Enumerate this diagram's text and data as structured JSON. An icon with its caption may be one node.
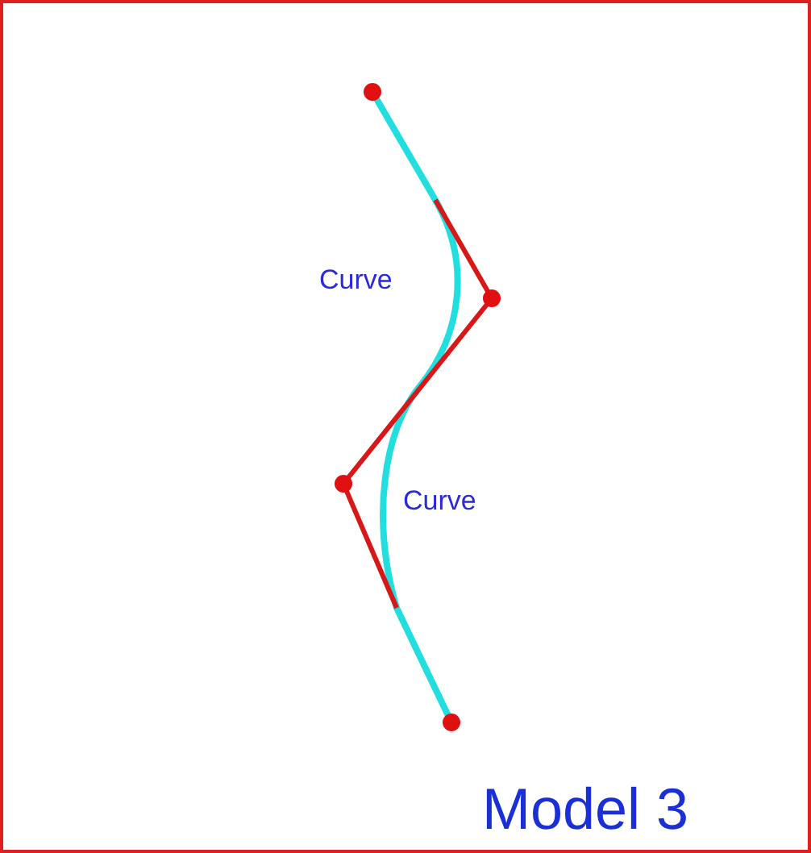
{
  "diagram": {
    "labels": [
      "Curve",
      "Curve",
      "Model 3"
    ]
  }
}
